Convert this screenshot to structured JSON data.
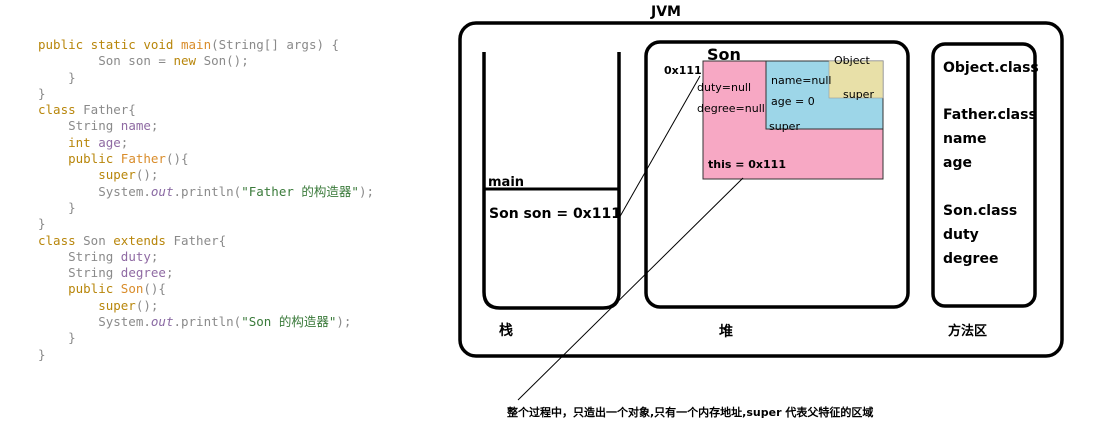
{
  "code": {
    "lines": [
      [
        [
          "kw",
          "public static void "
        ],
        [
          "fn",
          "main"
        ],
        [
          "typ",
          "(String[] args) {"
        ]
      ],
      [
        [
          "typ",
          "        Son son = "
        ],
        [
          "kw",
          "new "
        ],
        [
          "typ",
          "Son();"
        ]
      ],
      [
        [
          "typ",
          "    }"
        ]
      ],
      [
        [
          "typ",
          "}"
        ]
      ],
      [
        [
          "kw",
          "class "
        ],
        [
          "typ",
          "Father{"
        ]
      ],
      [
        [
          "typ",
          "    String "
        ],
        [
          "id",
          "name"
        ],
        [
          "typ",
          ";"
        ]
      ],
      [
        [
          "kw",
          "    int "
        ],
        [
          "id",
          "age"
        ],
        [
          "typ",
          ";"
        ]
      ],
      [
        [
          "kw",
          "    public "
        ],
        [
          "fn",
          "Father"
        ],
        [
          "typ",
          "(){"
        ]
      ],
      [
        [
          "kw",
          "        super"
        ],
        [
          "typ",
          "();"
        ]
      ],
      [
        [
          "typ",
          "        System."
        ],
        [
          "it",
          "out"
        ],
        [
          "typ",
          ".println("
        ],
        [
          "str",
          "\"Father 的构造器\""
        ],
        [
          "typ",
          ");"
        ]
      ],
      [
        [
          "typ",
          "    }"
        ]
      ],
      [
        [
          "typ",
          "}"
        ]
      ],
      [
        [
          "kw",
          "class "
        ],
        [
          "typ",
          "Son "
        ],
        [
          "kw",
          "extends "
        ],
        [
          "typ",
          "Father{"
        ]
      ],
      [
        [
          "typ",
          "    String "
        ],
        [
          "id",
          "duty"
        ],
        [
          "typ",
          ";"
        ]
      ],
      [
        [
          "typ",
          "    String "
        ],
        [
          "id",
          "degree"
        ],
        [
          "typ",
          ";"
        ]
      ],
      [
        [
          "kw",
          "    public "
        ],
        [
          "fn",
          "Son"
        ],
        [
          "typ",
          "(){"
        ]
      ],
      [
        [
          "kw",
          "        super"
        ],
        [
          "typ",
          "();"
        ]
      ],
      [
        [
          "typ",
          "        System."
        ],
        [
          "it",
          "out"
        ],
        [
          "typ",
          ".println("
        ],
        [
          "str",
          "\"Son 的构造器\""
        ],
        [
          "typ",
          ");"
        ]
      ],
      [
        [
          "typ",
          "    }"
        ]
      ],
      [
        [
          "typ",
          "}"
        ]
      ]
    ]
  },
  "diagram": {
    "jvm_title": "JVM",
    "stack": {
      "label": "栈",
      "frame_label": "main",
      "variable": "Son son = 0x111"
    },
    "heap": {
      "label": "堆",
      "object_title": "Son",
      "address": "0x111",
      "son_fields": [
        "duty=null",
        "degree=null"
      ],
      "this_ref": "this = 0x111",
      "father": {
        "fields": [
          "name=null",
          "age = 0"
        ],
        "super_label": "super"
      },
      "object": {
        "title": "Object",
        "super_label": "super"
      },
      "colors": {
        "son": "#f7a8c4",
        "father": "#9dd6e8",
        "object": "#e8e0a8"
      }
    },
    "method_area": {
      "label": "方法区",
      "entries": [
        "Object.class",
        "Father.class",
        "name",
        "age",
        "Son.class",
        "duty",
        "degree"
      ]
    },
    "caption": "整个过程中，只造出一个对象,只有一个内存地址,super 代表父特征的区域"
  }
}
